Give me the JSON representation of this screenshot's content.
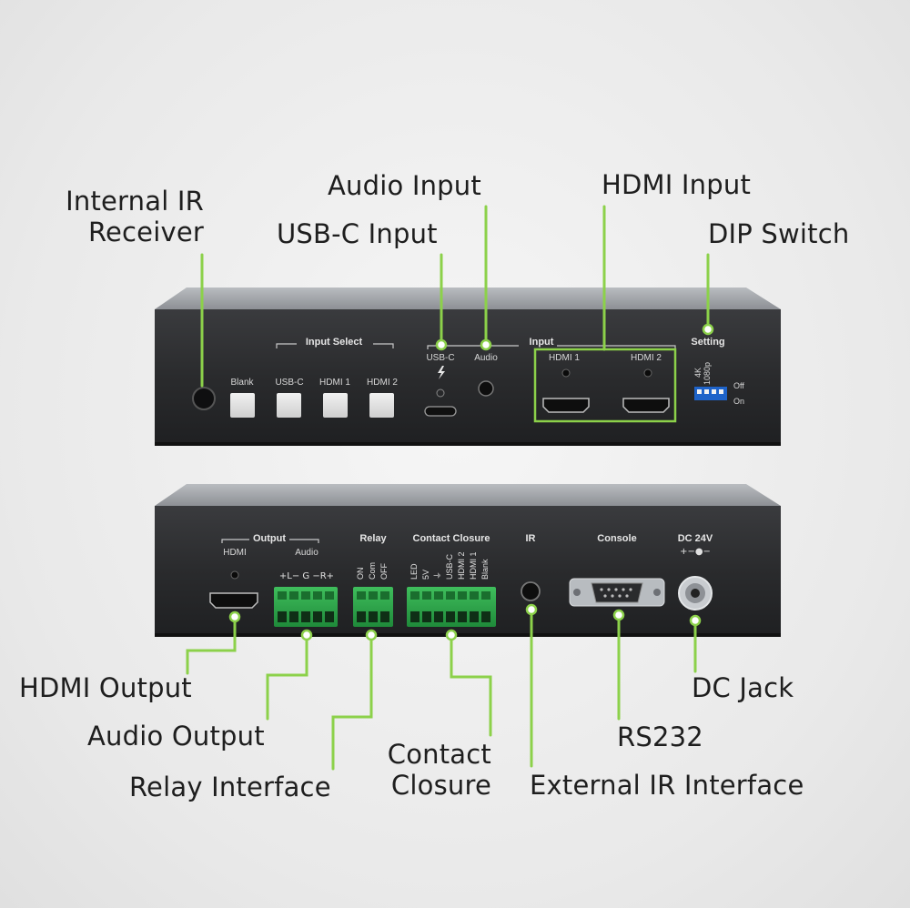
{
  "callouts": {
    "internal_ir": [
      "Internal IR",
      "Receiver"
    ],
    "audio_input": "Audio Input",
    "usbc_input": "USB-C Input",
    "hdmi_input": "HDMI  Input",
    "dip_switch": "DIP Switch",
    "hdmi_output": "HDMI Output",
    "audio_output": "Audio Output",
    "relay_interface": "Relay Interface",
    "contact_closure": [
      "Contact",
      "Closure"
    ],
    "rs232": "RS232",
    "dc_jack": "DC Jack",
    "external_ir": "External IR Interface"
  },
  "front_panel": {
    "input_select_label": "Input Select",
    "buttons": [
      "Blank",
      "USB-C",
      "HDMI 1",
      "HDMI 2"
    ],
    "input_label": "Input",
    "usbc_label": "USB-C",
    "audio_label": "Audio",
    "hdmi1_label": "HDMI 1",
    "hdmi2_label": "HDMI 2",
    "setting_label": "Setting",
    "dip_top_labels": [
      "4K",
      "1080p"
    ],
    "dip_off": "Off",
    "dip_on": "On"
  },
  "rear_panel": {
    "output_label": "Output",
    "hdmi_label": "HDMI",
    "audio_label": "Audio",
    "audio_pins": "+L−  G  −R+",
    "relay_label": "Relay",
    "relay_pins": [
      "ON",
      "Com",
      "OFF"
    ],
    "contact_label": "Contact Closure",
    "contact_pins": [
      "LED",
      "5V",
      "⏚",
      "USB-C",
      "HDMI 2",
      "HDMI 1",
      "Blank"
    ],
    "ir_label": "IR",
    "console_label": "Console",
    "dc_label": "DC 24V",
    "dc_polarity": "+−●−"
  },
  "colors": {
    "accent": "#8cd14a",
    "panel": "#2b2c2e",
    "terminal": "#2fa34a"
  }
}
